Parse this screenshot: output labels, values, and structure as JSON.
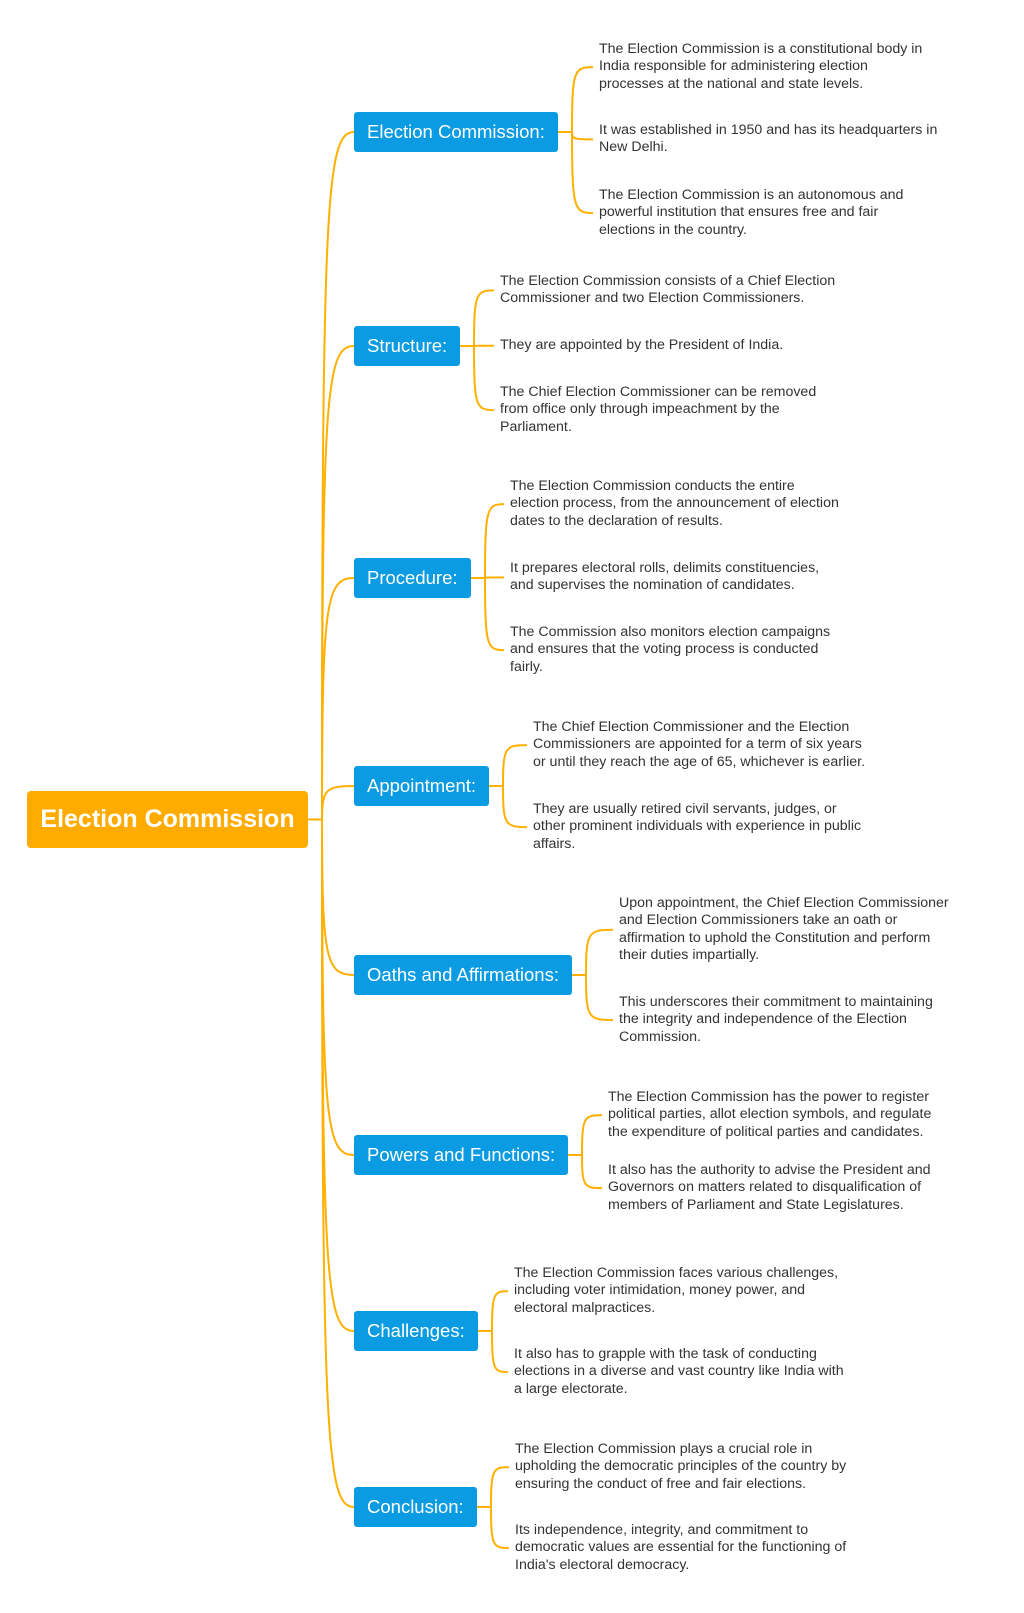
{
  "colors": {
    "root": "#FFAB00",
    "branch": "#0A9BE2",
    "line": "#FFB000",
    "text": "#333333"
  },
  "root": {
    "label": "Election Commission"
  },
  "branches": [
    {
      "label": "Election Commission:",
      "leaves": [
        [
          "The Election Commission is a constitutional body in",
          "India responsible for administering election",
          "processes at the national and state levels."
        ],
        [
          "It was established in 1950 and has its headquarters in",
          "New Delhi."
        ],
        [
          "The Election Commission is an autonomous and",
          "powerful institution that ensures free and fair",
          "elections in the country."
        ]
      ]
    },
    {
      "label": "Structure:",
      "leaves": [
        [
          "The Election Commission consists of a Chief Election",
          "Commissioner and two Election Commissioners."
        ],
        [
          "They are appointed by the President of India."
        ],
        [
          "The Chief Election Commissioner can be removed",
          "from office only through impeachment by the",
          "Parliament."
        ]
      ]
    },
    {
      "label": "Procedure:",
      "leaves": [
        [
          "The Election Commission conducts the entire",
          "election process, from the announcement of election",
          "dates to the declaration of results."
        ],
        [
          "It prepares electoral rolls, delimits constituencies,",
          "and supervises the nomination of candidates."
        ],
        [
          "The Commission also monitors election campaigns",
          "and ensures that the voting process is conducted",
          "fairly."
        ]
      ]
    },
    {
      "label": "Appointment:",
      "leaves": [
        [
          "The Chief Election Commissioner and the Election",
          "Commissioners are appointed for a term of six years",
          "or until they reach the age of 65, whichever is earlier."
        ],
        [
          "They are usually retired civil servants, judges, or",
          "other prominent individuals with experience in public",
          "affairs."
        ]
      ]
    },
    {
      "label": "Oaths and Affirmations:",
      "leaves": [
        [
          "Upon appointment, the Chief Election Commissioner",
          "and Election Commissioners take an oath or",
          "affirmation to uphold the Constitution and perform",
          "their duties impartially."
        ],
        [
          "This underscores their commitment to maintaining",
          "the integrity and independence of the Election",
          "Commission."
        ]
      ]
    },
    {
      "label": "Powers and Functions:",
      "leaves": [
        [
          "The Election Commission has the power to register",
          "political parties, allot election symbols, and regulate",
          "the expenditure of political parties and candidates."
        ],
        [
          "It also has the authority to advise the President and",
          "Governors on matters related to disqualification of",
          "members of Parliament and State Legislatures."
        ]
      ]
    },
    {
      "label": "Challenges:",
      "leaves": [
        [
          "The Election Commission faces various challenges,",
          "including voter intimidation, money power, and",
          "electoral malpractices."
        ],
        [
          "It also has to grapple with the task of conducting",
          "elections in a diverse and vast country like India with",
          "a large electorate."
        ]
      ]
    },
    {
      "label": "Conclusion:",
      "leaves": [
        [
          "The Election Commission plays a crucial role in",
          "upholding the democratic principles of the country by",
          "ensuring the conduct of free and fair elections."
        ],
        [
          "Its independence, integrity, and commitment to",
          "democratic values are essential for the functioning of",
          "India's electoral democracy."
        ]
      ]
    }
  ]
}
